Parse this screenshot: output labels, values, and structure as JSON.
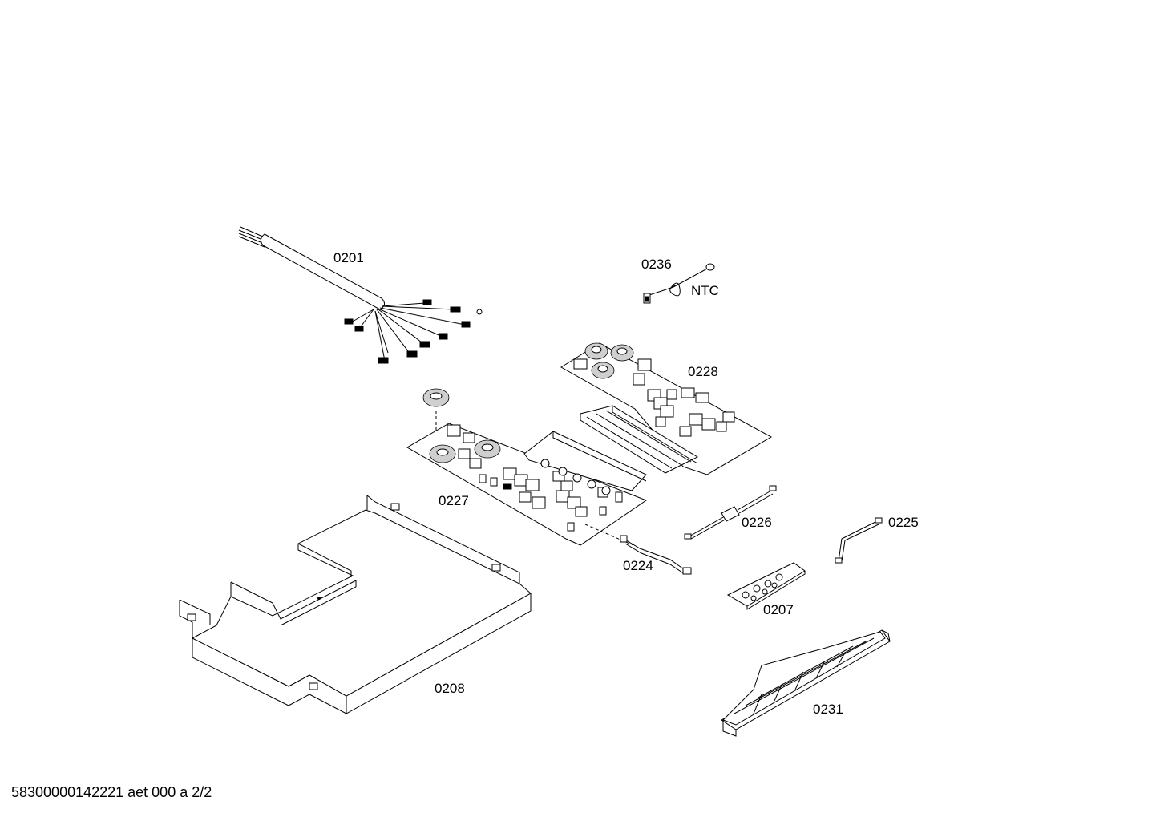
{
  "parts": [
    {
      "id": "cable",
      "label": "0201"
    },
    {
      "id": "ntc-sensor",
      "label": "0236"
    },
    {
      "id": "ntc-tag",
      "label": "NTC"
    },
    {
      "id": "pcb-right",
      "label": "0228"
    },
    {
      "id": "pcb-left",
      "label": "0227"
    },
    {
      "id": "cable-226",
      "label": "0226"
    },
    {
      "id": "cable-225",
      "label": "0225"
    },
    {
      "id": "cable-224",
      "label": "0224"
    },
    {
      "id": "control-board",
      "label": "0207"
    },
    {
      "id": "base-tray",
      "label": "0208"
    },
    {
      "id": "cover-bracket",
      "label": "0231"
    }
  ],
  "footer": "58300000142221 aet 000 a 2/2"
}
